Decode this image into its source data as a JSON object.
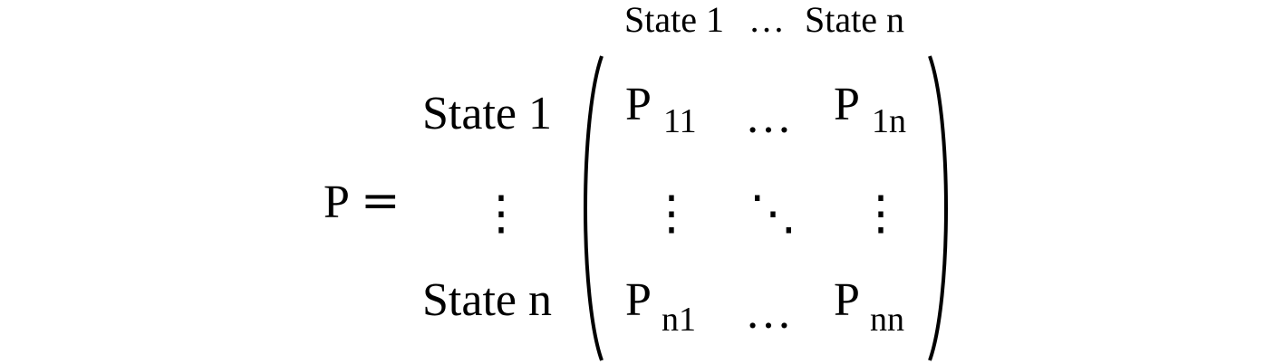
{
  "equation": {
    "lhs": "P",
    "equals": "=",
    "column_headers": {
      "first": "State 1",
      "dots": "…",
      "last": "State n"
    },
    "row_labels": {
      "first": "State 1",
      "vdots": "⋮",
      "last": "State n"
    },
    "matrix": {
      "r1c1": {
        "base": "P",
        "sub": "11"
      },
      "r1c2": "…",
      "r1c3": {
        "base": "P",
        "sub": "1n"
      },
      "r2c1": "⋮",
      "r2c2": "⋱",
      "r2c3": "⋮",
      "r3c1": {
        "base": "P",
        "sub": "n1"
      },
      "r3c2": "…",
      "r3c3": {
        "base": "P",
        "sub": "nn"
      }
    }
  }
}
